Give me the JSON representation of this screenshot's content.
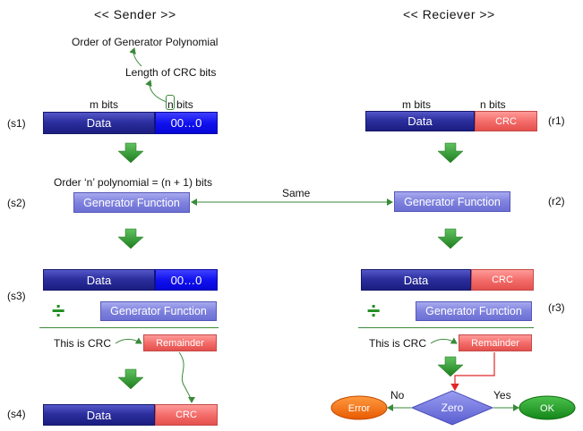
{
  "headers": {
    "sender": "<< Sender >>",
    "receiver": "<< Reciever >>"
  },
  "annotations": {
    "order_gen_poly": "Order of Generator Polynomial",
    "length_crc_bits": "Length of CRC bits",
    "order_n_poly": "Order ‘n’ polynomial = (n + 1) bits",
    "same": "Same"
  },
  "sender": {
    "s1": {
      "label": "(s1)",
      "m_bits": "m bits",
      "n_prefix": "n",
      "n_suffix": " bits",
      "data": "Data",
      "zeros": "00…0"
    },
    "s2": {
      "label": "(s2)",
      "gen": "Generator Function"
    },
    "s3": {
      "label": "(s3)",
      "data": "Data",
      "zeros": "00…0",
      "divide": "÷",
      "gen": "Generator Function",
      "this_is_crc": "This  is CRC",
      "remainder": "Remainder"
    },
    "s4": {
      "label": "(s4)",
      "data": "Data",
      "crc": "CRC"
    }
  },
  "receiver": {
    "r1": {
      "label": "(r1)",
      "m_bits": "m bits",
      "n_bits": "n bits",
      "data": "Data",
      "crc": "CRC"
    },
    "r2": {
      "label": "(r2)",
      "gen": "Generator Function"
    },
    "r3": {
      "label": "(r3)",
      "data": "Data",
      "crc": "CRC",
      "divide": "÷",
      "gen": "Generator Function",
      "this_is_crc": "This  is CRC",
      "remainder": "Remainder"
    },
    "decision": {
      "zero": "Zero",
      "no": "No",
      "yes": "Yes",
      "error": "Error",
      "ok": "OK"
    }
  },
  "colors": {
    "data": "#2c2f9e",
    "zeros": "#1112ee",
    "crc": "#f26a67",
    "generator": "#7f82de",
    "arrow_green": "#2e8f2e",
    "connector_green": "#4aa34a",
    "error": "#f06a10",
    "ok": "#1f9a1f",
    "zero": "#6a6ed8"
  }
}
